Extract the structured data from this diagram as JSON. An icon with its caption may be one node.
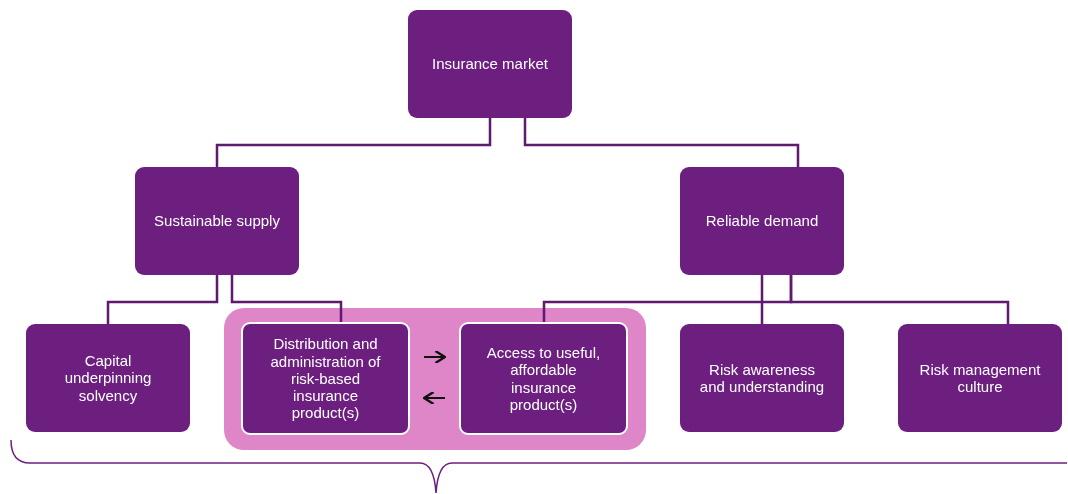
{
  "diagram": {
    "nodes": [
      {
        "text": [
          "Insurance market"
        ]
      },
      {
        "text": [
          "Sustainable supply"
        ]
      },
      {
        "text": [
          "Reliable demand"
        ]
      },
      {
        "text": [
          "Capital underpinning solvency"
        ]
      },
      {
        "text": [],
        "shape": "box"
      },
      {
        "text": [
          "Distribution and administration of risk-based insurance product(s)"
        ],
        "in": 4
      },
      {
        "text": [
          "Access to useful, affordable insurance product(s)"
        ],
        "in": 4
      },
      {
        "text": [
          "Risk awareness and understanding"
        ]
      },
      {
        "text": [
          "Risk management culture"
        ]
      }
    ],
    "edges": [
      {
        "from": 0,
        "to": 1,
        "arrow": "none"
      },
      {
        "from": 0,
        "to": 2,
        "arrow": "none"
      },
      {
        "from": 1,
        "to": 3,
        "arrow": "none"
      },
      {
        "from": 1,
        "to": 5,
        "arrow": "none"
      },
      {
        "from": 2,
        "to": 6,
        "arrow": "none"
      },
      {
        "from": 2,
        "to": 7,
        "arrow": "none"
      },
      {
        "from": 2,
        "to": 8,
        "arrow": "none"
      },
      {
        "from": 5,
        "to": 6,
        "arrow": "to",
        "color": "#111111"
      },
      {
        "from": 6,
        "to": 5,
        "arrow": "to",
        "color": "#111111"
      }
    ]
  }
}
